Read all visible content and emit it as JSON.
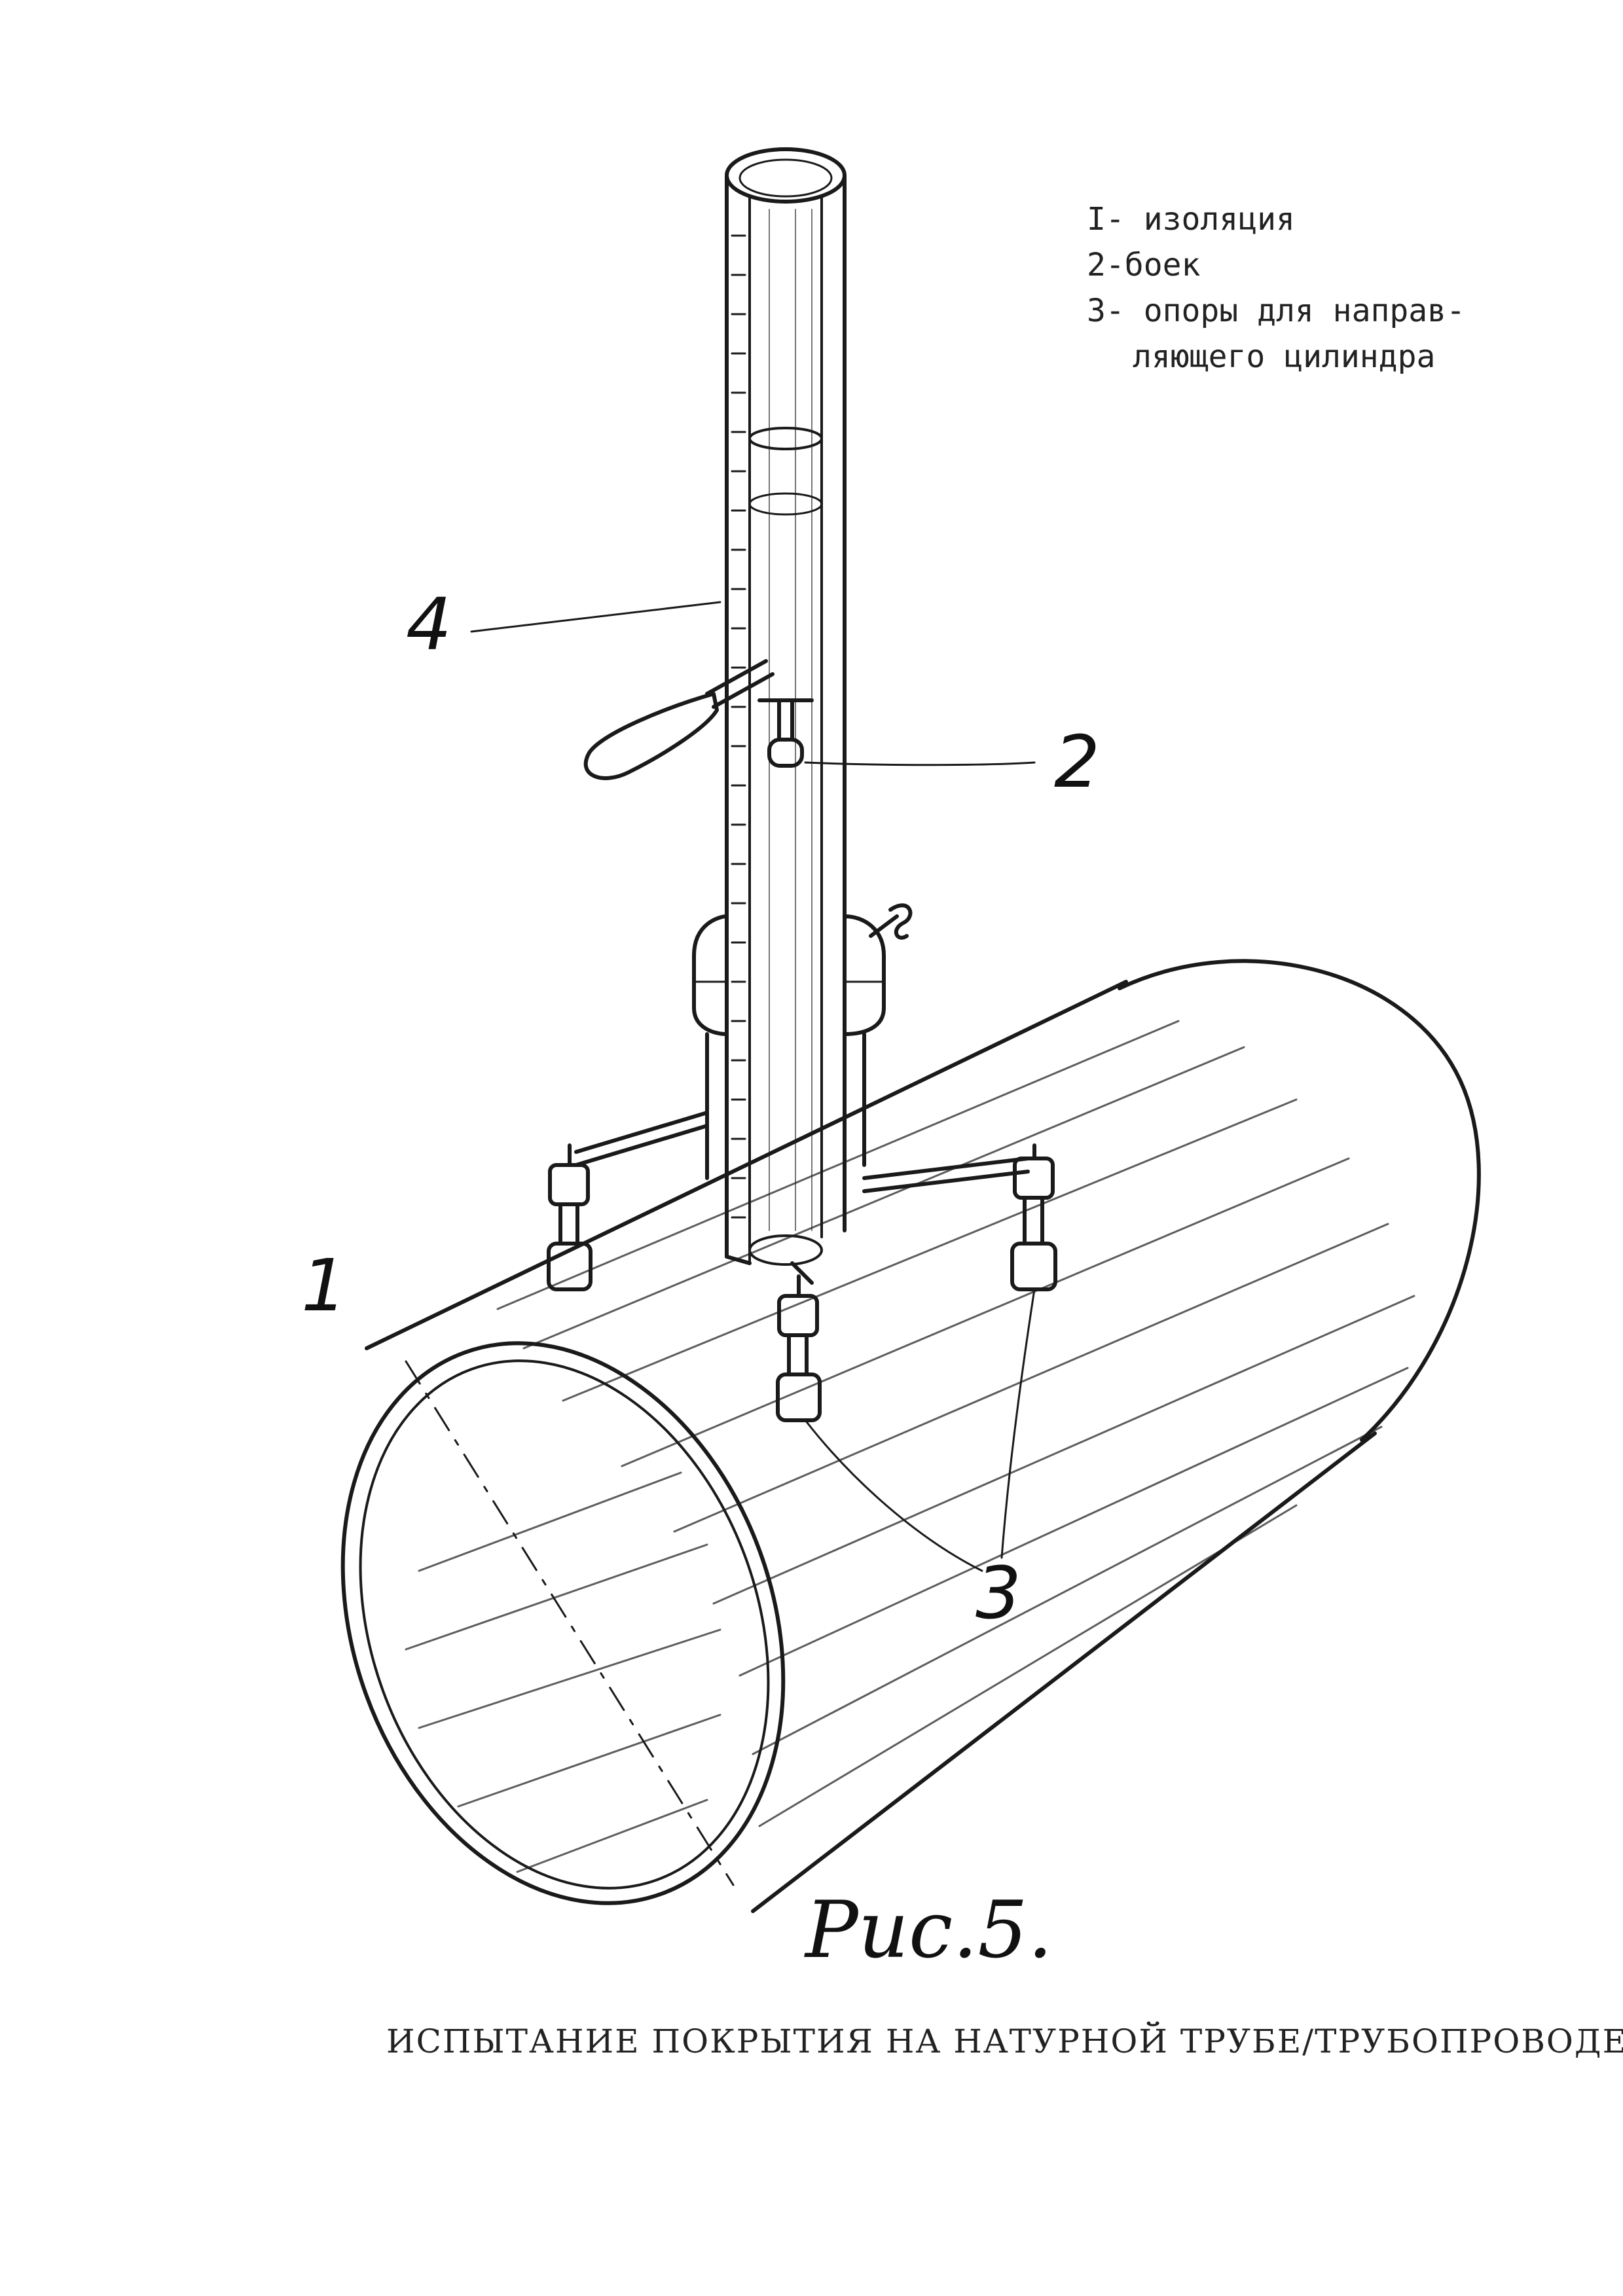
{
  "legend": {
    "item1": "I- изоляция",
    "item2": "2-боек",
    "item3_line1": "3- опоры для направ-",
    "item3_line2": "ляющего цилиндра"
  },
  "callouts": {
    "label_1": "1",
    "label_2": "2",
    "label_3": "3",
    "label_4": "4"
  },
  "figure": {
    "caption": "Рис.5.",
    "title": "ИСПЫТАНИЕ ПОКРЫТИЯ НА НАТУРНОЙ ТРУБЕ/ТРУБОПРОВОДЕ/"
  },
  "colors": {
    "ink": "#1a1a1a",
    "paper": "#ffffff"
  }
}
